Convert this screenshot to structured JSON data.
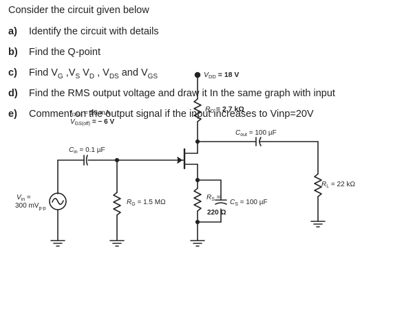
{
  "title": "Consider the circuit given below",
  "questions": [
    {
      "label": "a)",
      "text": "Identify the circuit with details"
    },
    {
      "label": "b)",
      "text": "Find the Q-point"
    },
    {
      "label": "c)",
      "parts": [
        {
          "t": "Find V"
        },
        {
          "s": "G"
        },
        {
          "t": " ,V"
        },
        {
          "s": "S"
        },
        {
          "t": " V"
        },
        {
          "s": "D"
        },
        {
          "t": " , V"
        },
        {
          "s": "DS"
        },
        {
          "t": " and V"
        },
        {
          "s": "GS"
        }
      ]
    },
    {
      "label": "d)",
      "text": "Find the RMS output voltage and draw it In the same graph with input"
    },
    {
      "label": "e)",
      "text": "Comment on the output signal if the input increases to Vinp=20V"
    }
  ],
  "circuit": {
    "vdd": {
      "name": "V",
      "sub": "DD",
      "value": " = 18 V"
    },
    "rd": {
      "name": "R",
      "sub": "D",
      "value": " = 2.7 kΩ"
    },
    "idss": {
      "name": "I",
      "sub": "DSS",
      "value": " = 10 mA"
    },
    "vgsoff": {
      "name": "V",
      "sub": "GS(off)",
      "value": " = − 6 V"
    },
    "cout": {
      "name": "C",
      "sub": "out",
      "value": " = 100 µF"
    },
    "cin": {
      "name": "C",
      "sub": "in",
      "value": " = 0.1 µF"
    },
    "rl": {
      "name": "R",
      "sub": "L",
      "value": " = 22 kΩ"
    },
    "vin": {
      "line1": "V",
      "sub1": "in",
      "line1b": " =",
      "line2": "300 mV",
      "sub2": "p-p"
    },
    "rg": {
      "name": "R",
      "sub": "G",
      "value": " = 1.5 MΩ"
    },
    "rs": {
      "name": "R",
      "sub": "S",
      "value": " =",
      "value2": "220 Ω"
    },
    "cs": {
      "name": "C",
      "sub": "S",
      "value": " = 100 µF"
    }
  }
}
